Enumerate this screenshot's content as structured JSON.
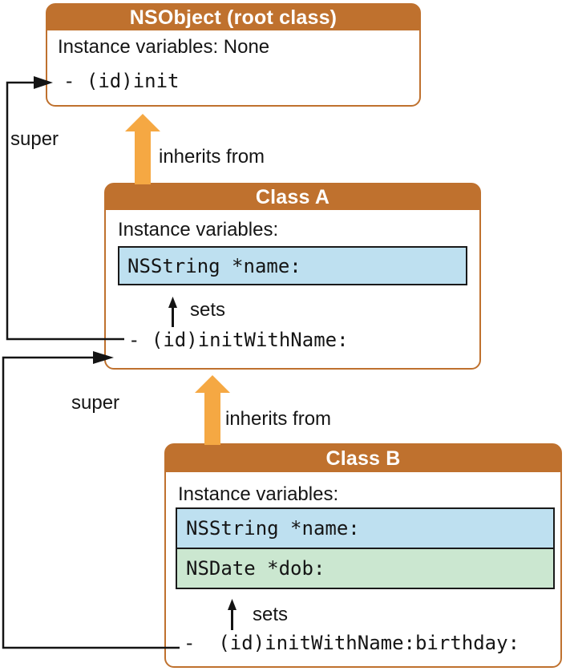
{
  "colors": {
    "header-orange": "#bf712e",
    "arrow-orange": "#f5a843",
    "ivar-blue": "#bee0f0",
    "ivar-green": "#cbe7d0",
    "line-black": "#141414"
  },
  "boxes": {
    "nsobject": {
      "title": "NSObject (root class)",
      "ivars_label": "Instance variables: None",
      "method": "- (id)init"
    },
    "class_a": {
      "title": "Class A",
      "ivars_label": "Instance variables:",
      "ivars": [
        "NSString *name:"
      ],
      "sets_label": "sets",
      "method": "- (id)initWithName:"
    },
    "class_b": {
      "title": "Class B",
      "ivars_label": "Instance variables:",
      "ivars": [
        "NSString *name:",
        "NSDate *dob:"
      ],
      "sets_label": "sets",
      "method": "-  (id)initWithName:birthday:"
    }
  },
  "labels": {
    "super_a": "super",
    "super_b": "super",
    "inherits_a": "inherits from",
    "inherits_b": "inherits from"
  }
}
